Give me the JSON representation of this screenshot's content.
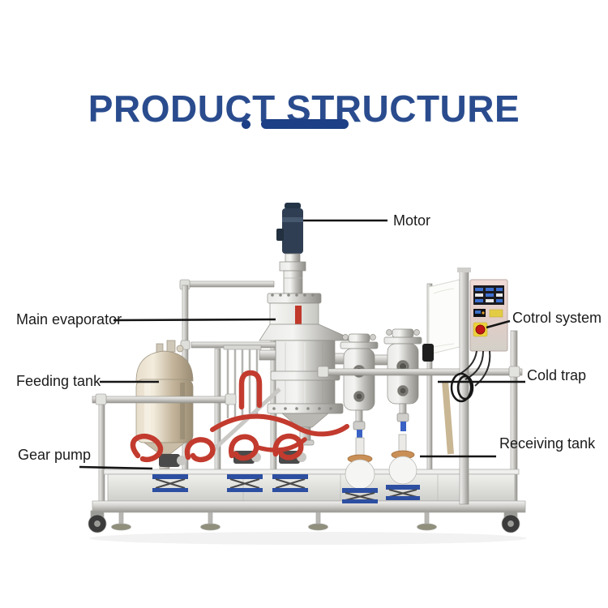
{
  "title": {
    "text": "PRODUCT STRUCTURE"
  },
  "labels": {
    "motor": "Motor",
    "main_evaporator": "Main evaporator",
    "control_system": "Cotrol system",
    "feeding_tank": "Feeding tank",
    "cold_trap": "Cold trap",
    "gear_pump": "Gear pump",
    "receiving_tank": "Receiving tank"
  },
  "colors": {
    "title_blue": "#2a4c8e",
    "divider_blue": "#1c3f85",
    "label_text": "#1b1b1b",
    "leader_line": "#151515",
    "stainless_light": "#f3f3f1",
    "stainless_mid": "#cfcecb",
    "stainless_dark": "#97968f",
    "motor_navy": "#2f3e52",
    "hose_red": "#c23b2e",
    "jack_blue": "#2d4fa1",
    "emergency_red": "#c21414",
    "emergency_yellow": "#ecd23c",
    "panel_pink": "#e8cfc9",
    "cork_tan": "#c98f56",
    "wheel_black": "#3b3b3b"
  }
}
